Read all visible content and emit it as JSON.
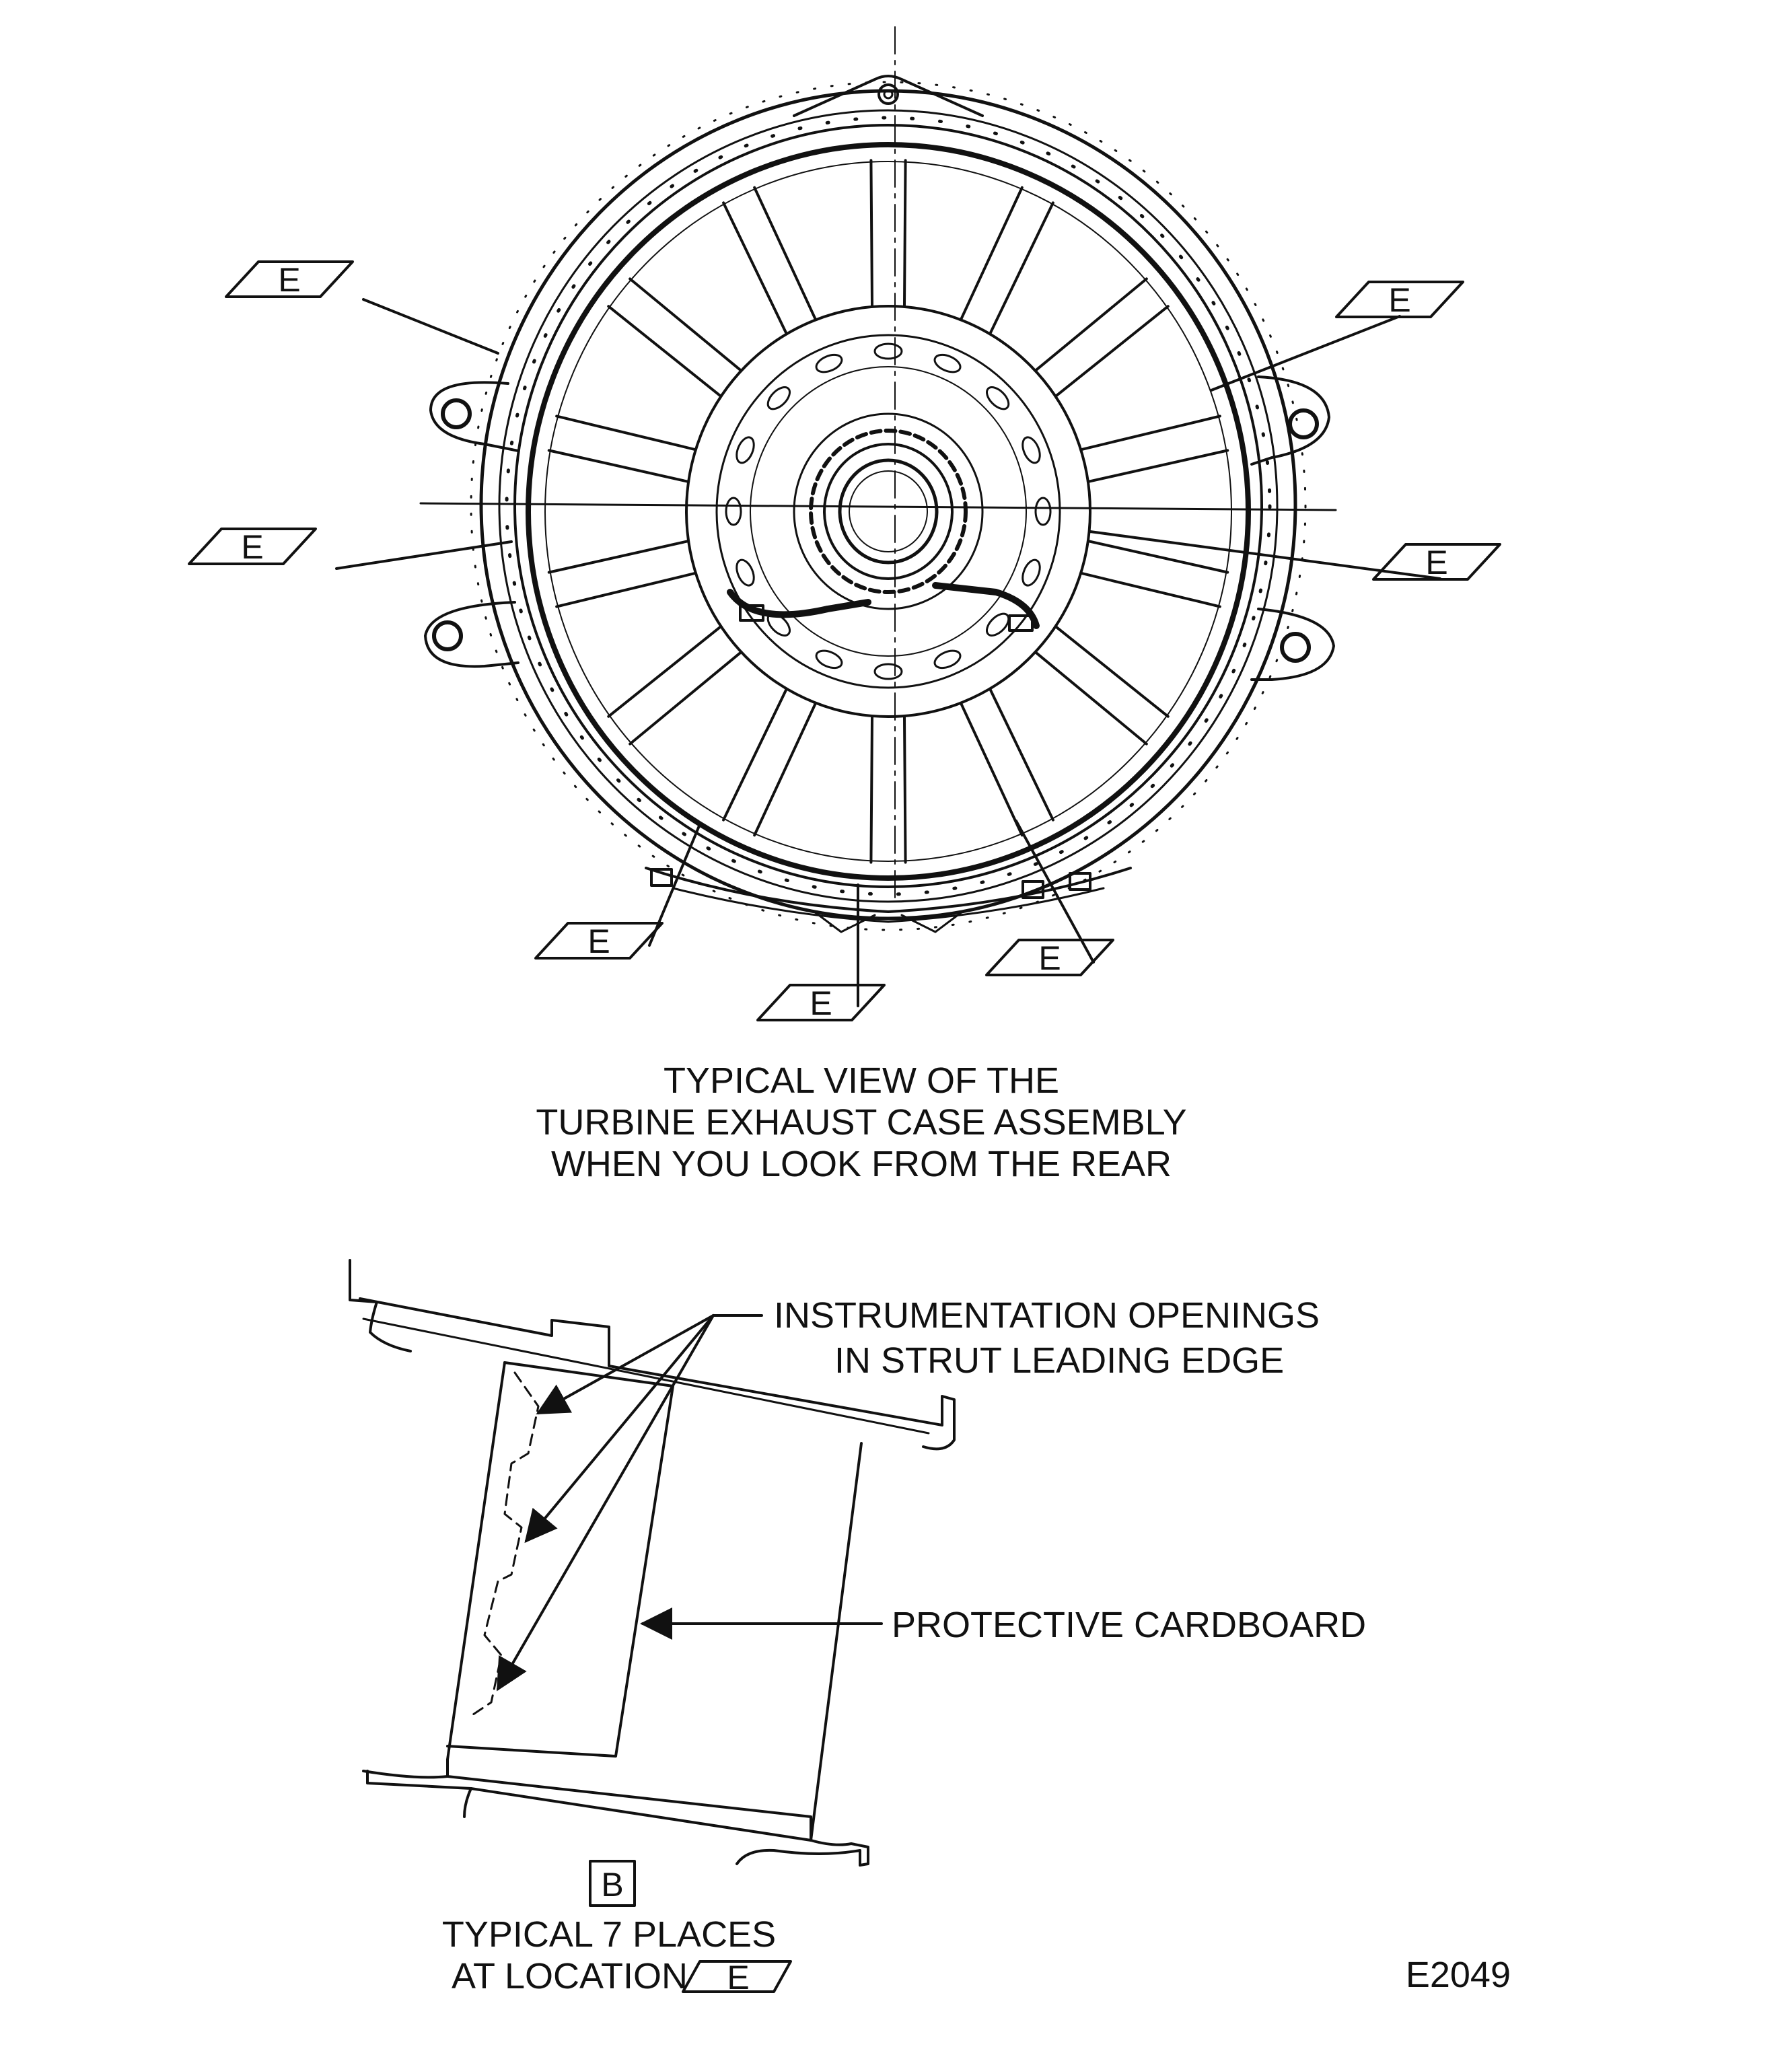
{
  "rear_view": {
    "location_labels": [
      "E",
      "E",
      "E",
      "E",
      "E",
      "E",
      "E"
    ],
    "caption_lines": [
      "TYPICAL VIEW OF THE",
      "TURBINE EXHAUST CASE ASSEMBLY",
      "WHEN YOU LOOK FROM THE REAR"
    ]
  },
  "detail_view": {
    "callout_openings_line1": "INSTRUMENTATION  OPENINGS",
    "callout_openings_line2": "IN STRUT LEADING EDGE",
    "callout_cardboard": "PROTECTIVE CARDBOARD",
    "view_letter": "B",
    "caption_line1": "TYPICAL 7 PLACES",
    "caption_line2": "AT LOCATION",
    "location_tag": "E"
  },
  "figure_number": "E2049"
}
